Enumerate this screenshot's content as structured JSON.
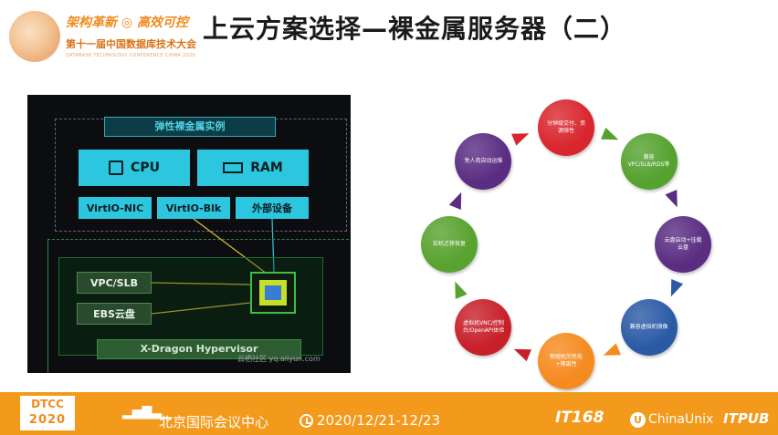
{
  "header": {
    "slogan": "架构革新 ◎ 高效可控",
    "conference_name": "第十一届中国数据库技术大会",
    "conference_en": "DATABASE TECHNOLOGY CONFERENCE CHINA 2020",
    "title": "上云方案选择—裸金属服务器（二）"
  },
  "diagram": {
    "instance_title": "弹性裸金属实例",
    "cpu": "CPU",
    "ram": "RAM",
    "virtio_nic": "VirtIO-NIC",
    "virtio_blk": "VirtIO-Blk",
    "external": "外部设备",
    "vpc": "VPC/SLB",
    "ebs": "EBS云盘",
    "hypervisor": "X-Dragon Hypervisor",
    "watermark": "云栖社区 yq.aliyun.com"
  },
  "cycle": {
    "nodes": [
      {
        "label": "分钟级交付、资源弹性",
        "color": "#d9262e"
      },
      {
        "label": "兼容VPC/SLB/RDS等",
        "color": "#55a22f"
      },
      {
        "label": "云盘启动+挂载云盘",
        "color": "#5a2d82"
      },
      {
        "label": "兼容虚拟机镜像",
        "color": "#2b5aa5"
      },
      {
        "label": "物理机的性能+隔离性",
        "color": "#f58a1f"
      },
      {
        "label": "虚拟机VNC/控制台/OpenAPI体验",
        "color": "#c8202a"
      },
      {
        "label": "宕机迁移恢复",
        "color": "#58a22f"
      },
      {
        "label": "免人肉自动运维",
        "color": "#5a2d82"
      }
    ]
  },
  "footer": {
    "dtcc_top": "DTCC",
    "dtcc_year": "2020",
    "venue": "北京国际会议中心",
    "date": "2020/12/21-12/23",
    "sponsor1": "IT168",
    "sponsor2": "ChinaUnix",
    "sponsor3": "ITPUB"
  }
}
